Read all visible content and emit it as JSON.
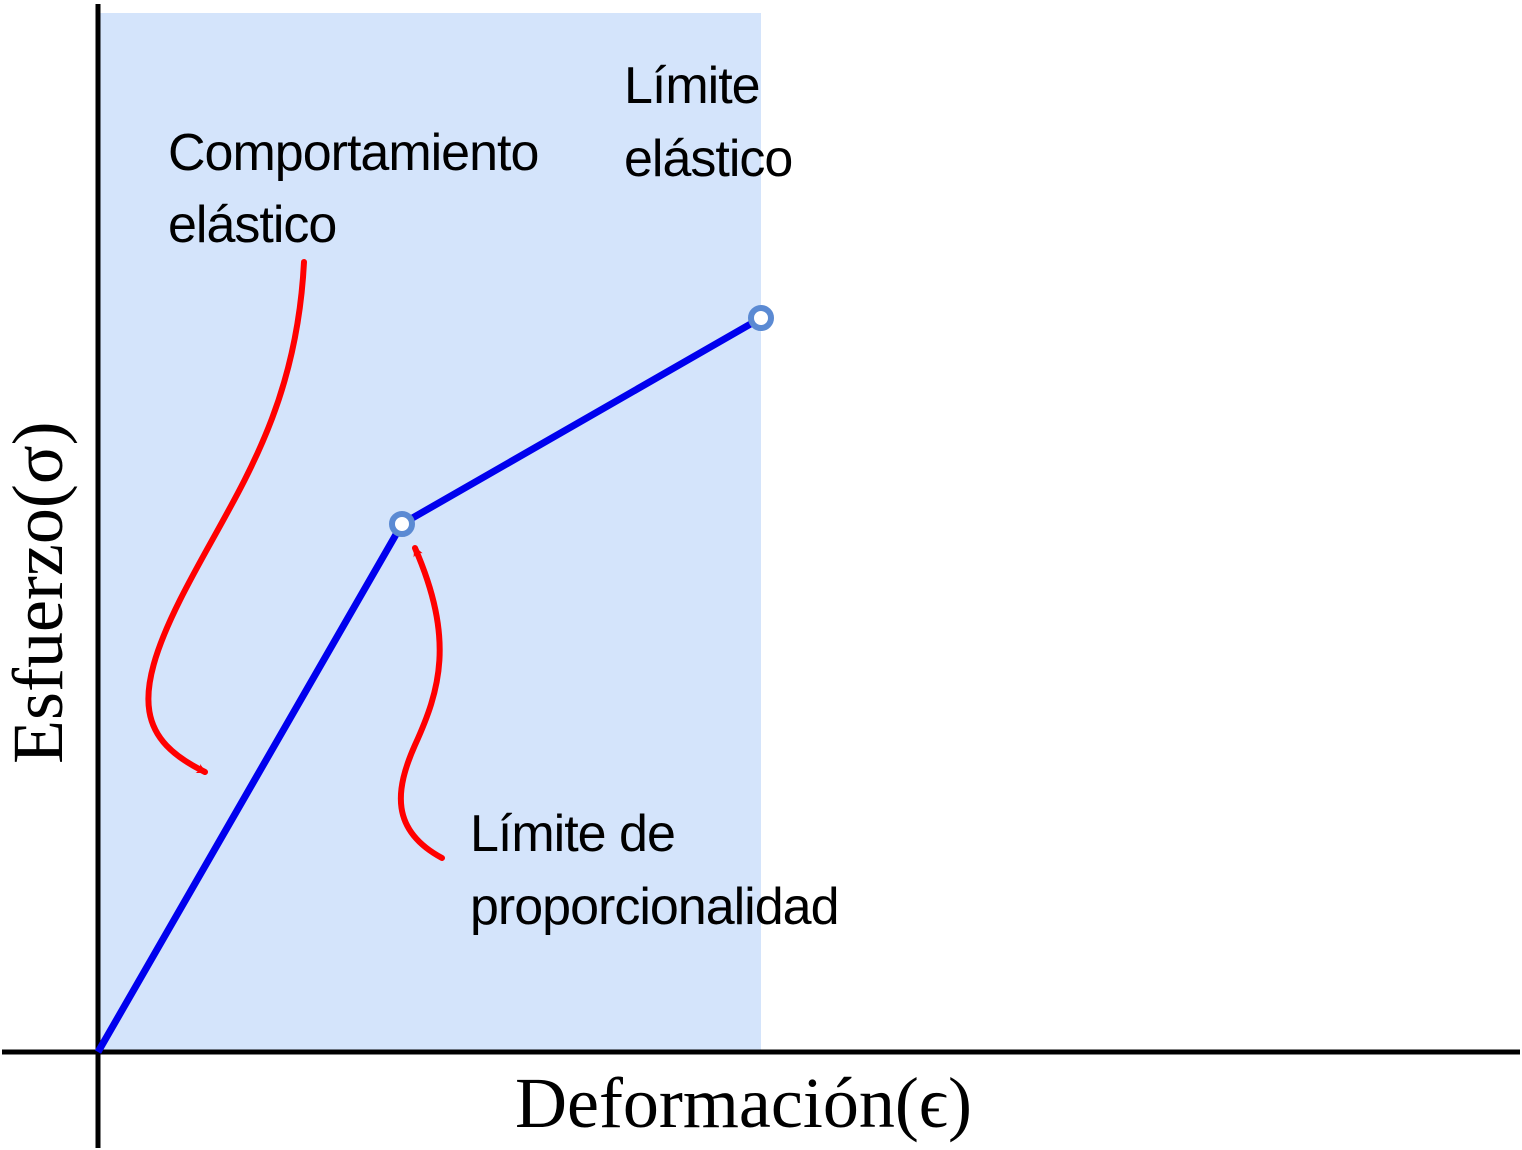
{
  "axes": {
    "x_label": "Deformación(ϵ)",
    "y_label": "Esfuerzo(σ)"
  },
  "annotations": {
    "elastic_behavior": [
      "Comportamiento",
      "elástico"
    ],
    "elastic_limit": [
      "Límite",
      "elástico"
    ],
    "proportional_limit": [
      "Límite de",
      "proporcionalidad"
    ]
  },
  "colors": {
    "elastic_region_fill": "#d4e4fb",
    "curve": "#0000ee",
    "marker_stroke": "#5b8ad3",
    "arrow": "#ff0000",
    "axis": "#000000"
  }
}
